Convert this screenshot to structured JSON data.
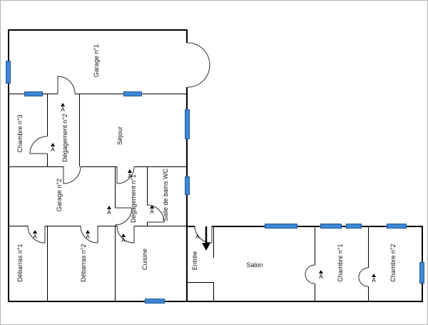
{
  "plan": {
    "door_marker": "A",
    "colors": {
      "wall": "#000000",
      "window_fill": "#3f87d2",
      "window_border": "#1f5a9e",
      "background": "#ffffff"
    },
    "rooms": [
      {
        "id": "garage-1",
        "label": "Garage n°1"
      },
      {
        "id": "chambre-3",
        "label": "Chambre n°3"
      },
      {
        "id": "degagement-2",
        "label": "Dégagement n°2"
      },
      {
        "id": "sejour",
        "label": "Séjour"
      },
      {
        "id": "garage-2",
        "label": "Garage n°2"
      },
      {
        "id": "degagement-1",
        "label": "Dégagement n°1"
      },
      {
        "id": "salle-de-bains",
        "label": "Salle de bains WC"
      },
      {
        "id": "debarras-1",
        "label": "Débarras n°1"
      },
      {
        "id": "debarras-2",
        "label": "Débarras n°2"
      },
      {
        "id": "cuisine",
        "label": "Cuisine"
      },
      {
        "id": "entree",
        "label": "Entrée"
      },
      {
        "id": "salon",
        "label": "Salon"
      },
      {
        "id": "chambre-1",
        "label": "Chambre n°1"
      },
      {
        "id": "chambre-2",
        "label": "Chambre n°2"
      }
    ]
  }
}
